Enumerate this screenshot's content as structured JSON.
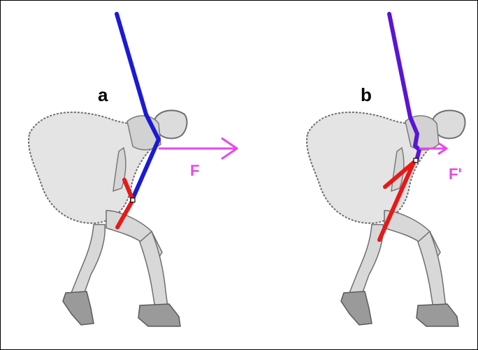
{
  "panels": [
    {
      "id": "a",
      "letter": "a",
      "force_label": "F"
    },
    {
      "id": "b",
      "letter": "b",
      "force_label": "F'"
    }
  ],
  "colors": {
    "rope_a": "#1a1ad6",
    "rope_b": "#5a14d8",
    "lever": "#e81818",
    "force_arrow": "#e848e8",
    "figure_fill": "#e6e6e6",
    "figure_stroke": "#707070"
  }
}
